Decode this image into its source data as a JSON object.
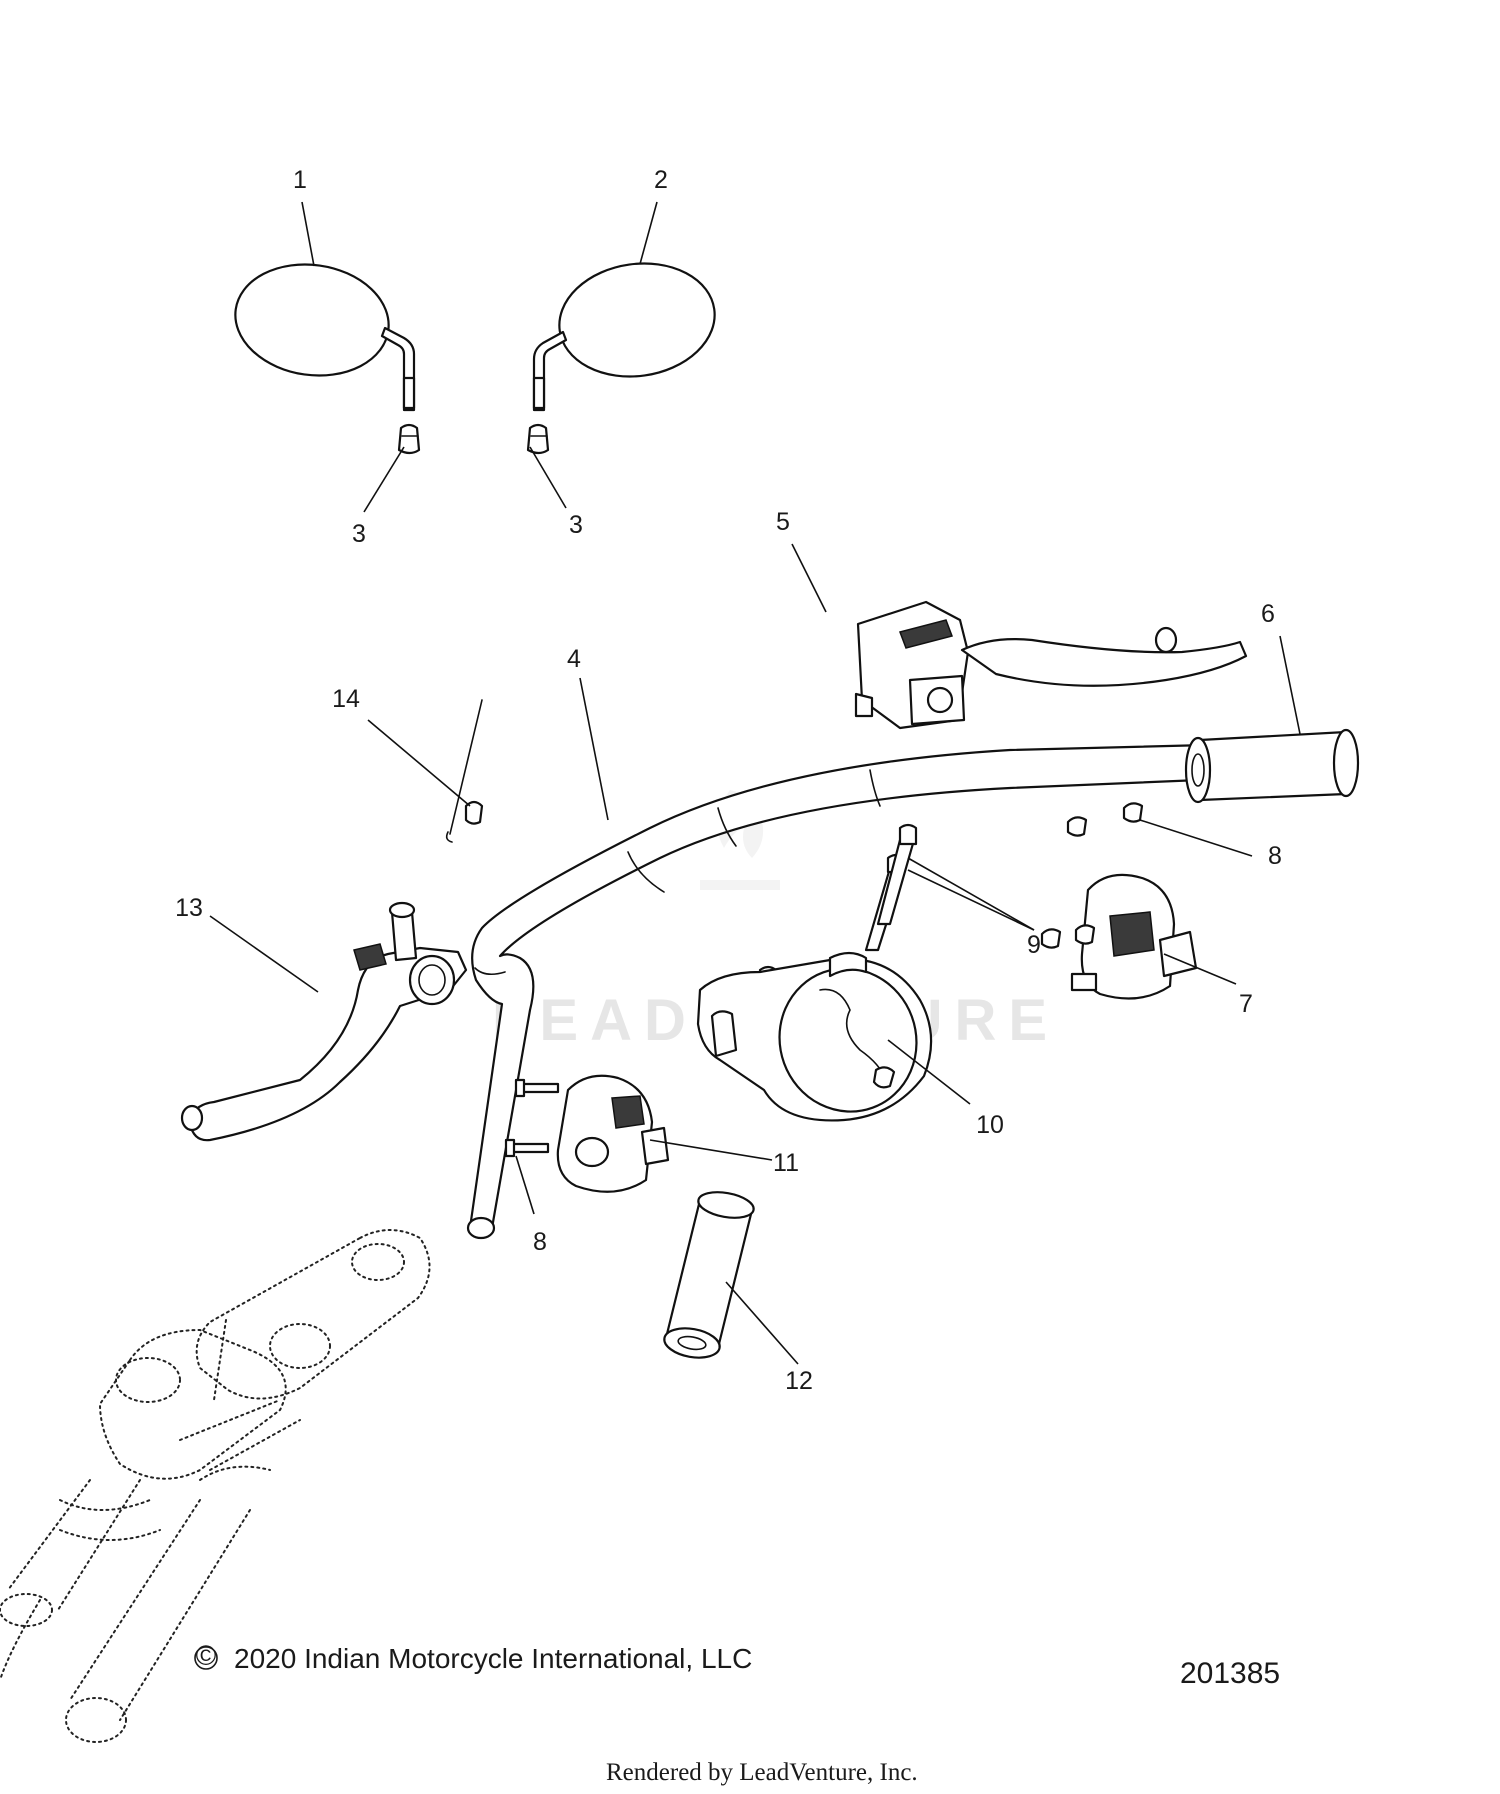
{
  "callouts": [
    "1",
    "2",
    "3",
    "3",
    "4",
    "5",
    "6",
    "7",
    "8",
    "8",
    "9",
    "10",
    "11",
    "12",
    "13",
    "14"
  ],
  "watermark": "LEADVENTURE",
  "copyright_symbol": "©",
  "copyright": "2020 Indian Motorcycle International, LLC",
  "drawing_number": "201385",
  "rendered_by": "Rendered by LeadVenture, Inc."
}
